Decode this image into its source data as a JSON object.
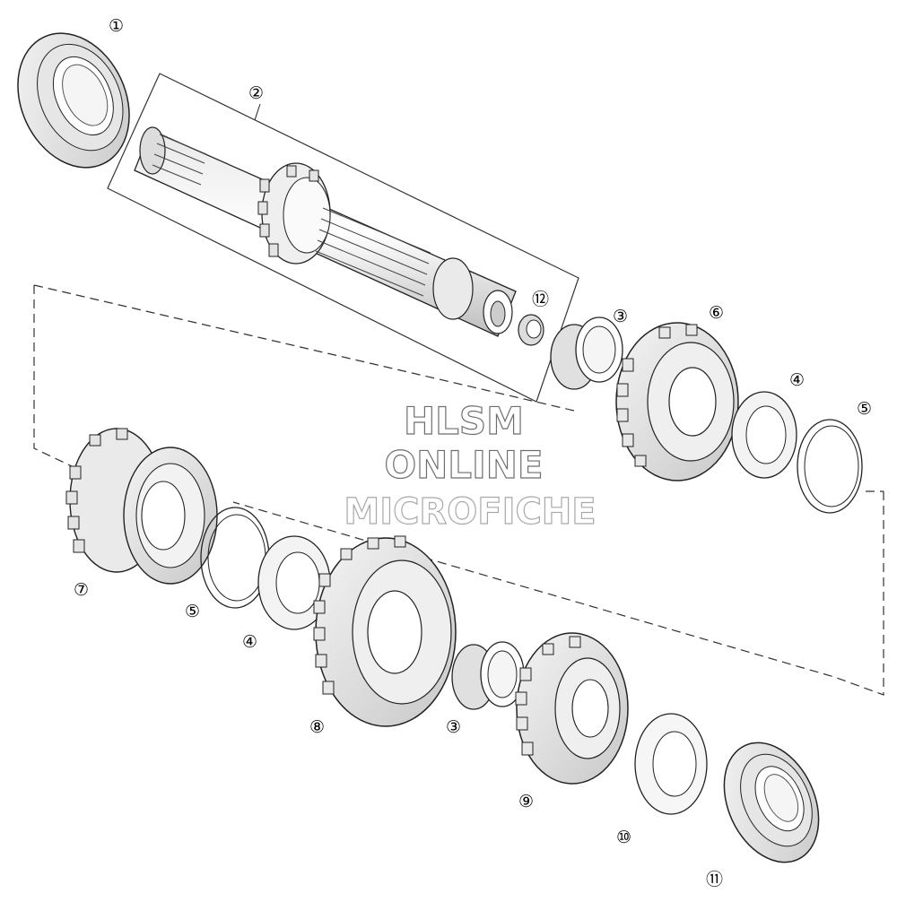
{
  "diagram": {
    "callouts": {
      "c1": "①",
      "c2": "②",
      "c3a": "③",
      "c3b": "③",
      "c4a": "④",
      "c4b": "④",
      "c5a": "⑤",
      "c5b": "⑤",
      "c6": "⑥",
      "c7": "⑦",
      "c8": "⑧",
      "c9": "⑨",
      "c10": "⑩",
      "c11": "⑪",
      "c12": "⑫"
    },
    "watermark": {
      "line1": "HLSM",
      "line2": "ONLINE",
      "line3": "MICROFICHE"
    }
  }
}
